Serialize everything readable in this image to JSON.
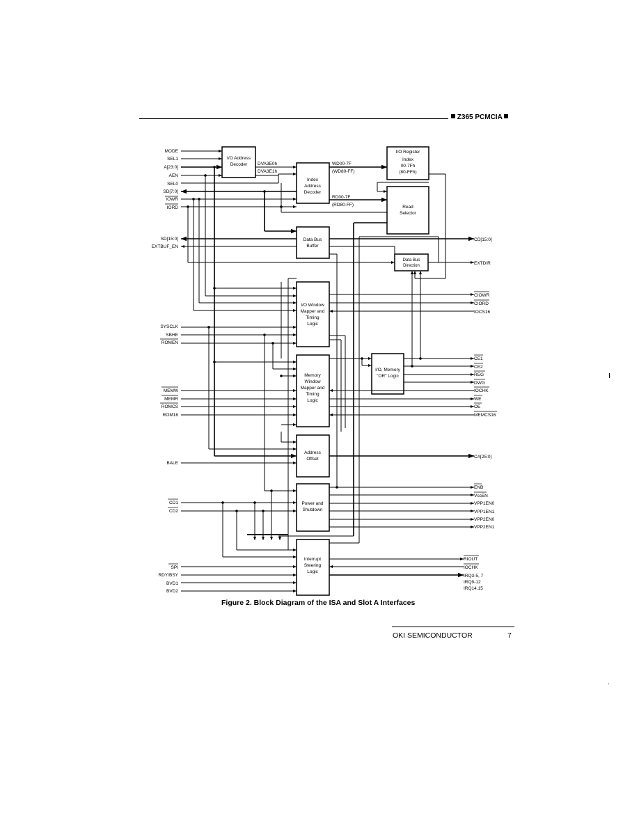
{
  "header": {
    "title": "Z365 PCMCIA"
  },
  "caption": "Figure 2.  Block Diagram of the ISA and Slot A Interfaces",
  "footer": {
    "company": "OKI SEMICONDUCTOR",
    "page": "7"
  },
  "diagram": {
    "blocks": {
      "io_address_decoder": [
        "I/O Address",
        "Decoder"
      ],
      "index_address_decoder": [
        "Index",
        "Address",
        "Decoder"
      ],
      "io_register": [
        "I/O Register",
        "Index",
        "00-7Fh",
        "(80-FFh)"
      ],
      "read_selector": [
        "Read",
        "Selector"
      ],
      "data_bus_buffer": [
        "Data Bus",
        "Buffer"
      ],
      "data_bus_direction": [
        "Data Bus",
        "Direction"
      ],
      "io_window": [
        "I/O Window",
        "Mapper and",
        "Timing",
        "Logic"
      ],
      "memory_window": [
        "Memory",
        "Window",
        "Mapper and",
        "Timing",
        "Logic"
      ],
      "io_memory_or": [
        "I/O, Memory",
        "\"OR\" Logic"
      ],
      "address_offset": [
        "Address",
        "Offset"
      ],
      "power_shutdown": [
        "Power and",
        "Shutdown"
      ],
      "interrupt_steering": [
        "Interrupt",
        "Steering",
        "Logic"
      ]
    },
    "inner_labels": {
      "dva3e0h": "DVA3E0h",
      "dva3e1h": "DVA3E1h",
      "wd00": "WD00-7F",
      "wd80": "(WD80-FF)",
      "rd00": "RD00-7F",
      "rd80": "(RD80-FF)"
    },
    "left_signals": {
      "mode": "MODE",
      "sel1": "SEL1",
      "a23": "A[23:0]",
      "aen": "AEN",
      "sel0": "SEL0",
      "sd70": "SD[7:0]",
      "iowr": "IOWR",
      "iord": "IORD",
      "sd150": "SD[15:0]",
      "extbuf": "EXTBUF_EN",
      "sysclk": "SYSCLK",
      "sbhe": "SBHE",
      "romen": "ROMEN",
      "memw": "MEMW",
      "memr": "MEMR",
      "romcs": "ROMCS",
      "rom16": "ROM16",
      "bale": "BALE",
      "cd1": "CD1",
      "cd2": "CD2",
      "spi": "SPI",
      "rdybsy": "RDY/BSY",
      "bvd1": "BVD1",
      "bvd2": "BVD2"
    },
    "right_signals": {
      "cd150": "CD[15:0]",
      "extdir": "EXTDIR",
      "ciowr": "CIOWR",
      "ciord": "CIORD",
      "iocs16": "IOCS16",
      "ce1": "CE1",
      "ce2": "CE2",
      "reg": "REG",
      "dwg": "DWG",
      "iochk": "IOCHK",
      "we": "WE",
      "oe": "OE",
      "memcs16": "MEMCS16",
      "ca250": "CA[25:0]",
      "enb": "ENB",
      "vccen": "VccEN",
      "vpp1en0": "VPP1EN0",
      "vpp1en1": "VPP1EN1",
      "vpp2en0": "VPP2EN0",
      "vpp2en1": "VPP2EN1",
      "riout": "RIOUT",
      "iochk2": "IOCHK",
      "irq357": "IRQ3-5, 7",
      "irq912": "IRQ9-12",
      "irq1415": "IRQ14,15"
    }
  }
}
